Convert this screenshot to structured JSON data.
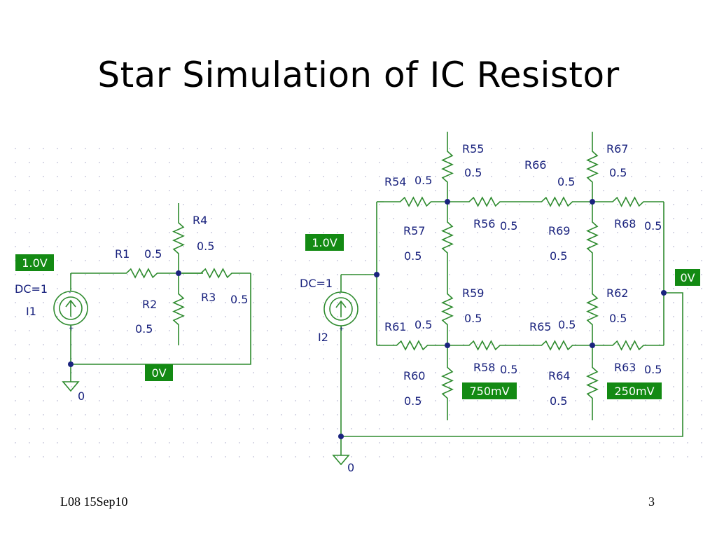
{
  "slide": {
    "title": "Star Simulation of IC Resistor",
    "footer_left": "L08 15Sep10",
    "page_number": "3"
  },
  "colors": {
    "wire": "#2e8b2e",
    "label": "#1a237e",
    "badge": "#138a13",
    "badge_text": "#ffffff"
  },
  "circuit_small": {
    "source": {
      "name": "I1",
      "param": "DC=1"
    },
    "ground_label": "0",
    "resistors": [
      {
        "name": "R1",
        "value": "0.5"
      },
      {
        "name": "R2",
        "value": "0.5"
      },
      {
        "name": "R3",
        "value": "0.5"
      },
      {
        "name": "R4",
        "value": "0.5"
      }
    ],
    "probes": {
      "top": "1.0V",
      "bottom": "0V"
    }
  },
  "circuit_large": {
    "source": {
      "name": "I2",
      "param": "DC=1"
    },
    "ground_label": "0",
    "resistors": [
      {
        "name": "R54",
        "value": "0.5"
      },
      {
        "name": "R55",
        "value": "0.5"
      },
      {
        "name": "R56",
        "value": "0.5"
      },
      {
        "name": "R57",
        "value": "0.5"
      },
      {
        "name": "R58",
        "value": "0.5"
      },
      {
        "name": "R59",
        "value": "0.5"
      },
      {
        "name": "R60",
        "value": "0.5"
      },
      {
        "name": "R61",
        "value": "0.5"
      },
      {
        "name": "R62",
        "value": "0.5"
      },
      {
        "name": "R63",
        "value": "0.5"
      },
      {
        "name": "R64",
        "value": "0.5"
      },
      {
        "name": "R65",
        "value": "0.5"
      },
      {
        "name": "R66",
        "value": "0.5"
      },
      {
        "name": "R67",
        "value": "0.5"
      },
      {
        "name": "R68",
        "value": "0.5"
      },
      {
        "name": "R69",
        "value": "0.5"
      }
    ],
    "probes": {
      "source": "1.0V",
      "right": "0V",
      "mid_left": "750mV",
      "mid_right": "250mV"
    }
  }
}
